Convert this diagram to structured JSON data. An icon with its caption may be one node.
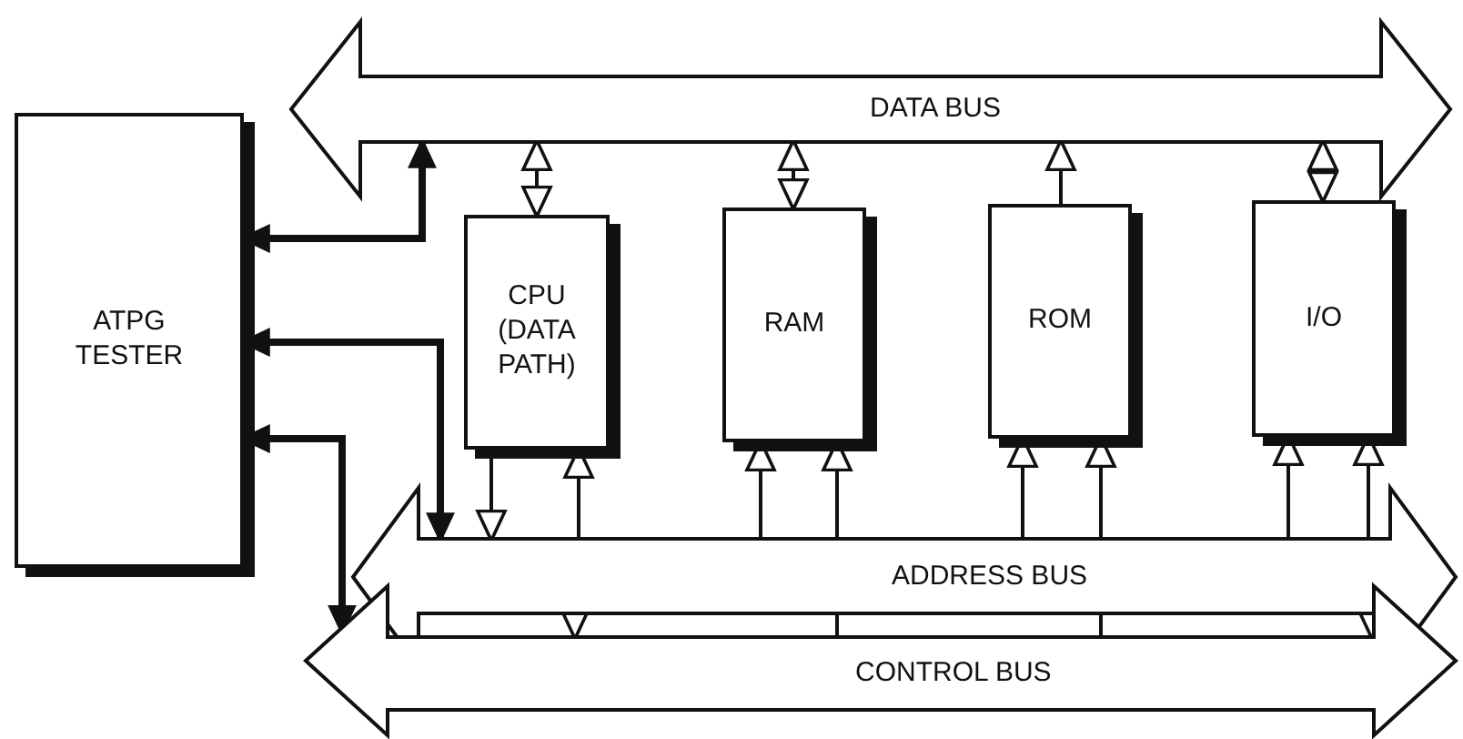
{
  "diagram": {
    "nodes": [
      {
        "text": [
          "ATPG TESTER"
        ]
      },
      {
        "text": [
          "DATA BUS"
        ]
      },
      {
        "text": [
          "CPU (DATA PATH)"
        ]
      },
      {
        "text": [
          "RAM"
        ]
      },
      {
        "text": [
          "ROM"
        ]
      },
      {
        "text": [
          "I/O"
        ]
      },
      {
        "text": [
          "ADDRESS BUS"
        ]
      },
      {
        "text": [
          "CONTROL BUS"
        ]
      }
    ],
    "edges": [
      {
        "from": 2,
        "to": 1,
        "arrow": "both"
      },
      {
        "from": 3,
        "to": 1,
        "arrow": "both"
      },
      {
        "from": 4,
        "to": 1,
        "arrow": "to"
      },
      {
        "from": 5,
        "to": 1,
        "arrow": "both"
      },
      {
        "from": 2,
        "to": 6,
        "arrow": "to"
      },
      {
        "from": 6,
        "to": 2,
        "arrow": "to"
      },
      {
        "from": 6,
        "to": 3,
        "arrow": "to"
      },
      {
        "from": 6,
        "to": 3,
        "arrow": "to"
      },
      {
        "from": 6,
        "to": 4,
        "arrow": "to"
      },
      {
        "from": 6,
        "to": 4,
        "arrow": "to"
      },
      {
        "from": 6,
        "to": 5,
        "arrow": "to"
      },
      {
        "from": 6,
        "to": 5,
        "arrow": "to"
      },
      {
        "from": 0,
        "to": 1,
        "arrow": "both",
        "style": "thick"
      },
      {
        "from": 0,
        "to": 6,
        "arrow": "both",
        "style": "thick"
      },
      {
        "from": 0,
        "to": 7,
        "arrow": "both",
        "style": "thick"
      },
      {
        "from": 6,
        "to": 7,
        "arrow": "to"
      },
      {
        "from": 6,
        "to": 7,
        "arrow": "none"
      },
      {
        "from": 6,
        "to": 7,
        "arrow": "none"
      },
      {
        "from": 6,
        "to": 7,
        "arrow": "to"
      }
    ]
  }
}
